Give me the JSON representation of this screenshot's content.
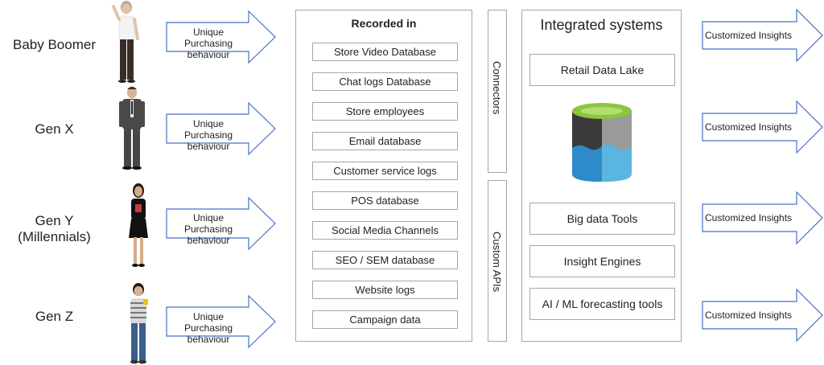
{
  "generations": [
    {
      "label": "Baby Boomer",
      "arrow_text": "Unique Purchasing behaviour"
    },
    {
      "label": "Gen X",
      "arrow_text": "Unique Purchasing behaviour"
    },
    {
      "label": "Gen Y\n(Millennials)",
      "arrow_text": "Unique Purchasing behaviour"
    },
    {
      "label": "Gen Z",
      "arrow_text": "Unique Purchasing behaviour"
    }
  ],
  "recorded": {
    "title": "Recorded in",
    "items": [
      "Store Video Database",
      "Chat logs Database",
      "Store employees",
      "Email database",
      "Customer service logs",
      "POS database",
      "Social Media Channels",
      "SEO / SEM database",
      "Website logs",
      "Campaign data"
    ]
  },
  "connectors_label": "Connectors",
  "custom_apis_label": "Custom APIs",
  "integrated": {
    "title": "Integrated systems",
    "lake": "Retail Data Lake",
    "tools": [
      "Big data Tools",
      "Insight Engines",
      "AI / ML forecasting tools"
    ]
  },
  "insights": [
    "Customized Insights",
    "Customized Insights",
    "Customized Insights",
    "Customized Insights"
  ],
  "colors": {
    "arrow_stroke": "#4472c4",
    "box_border": "#a6a6a6",
    "db_green": "#8cc63f",
    "db_dark": "#3a3a3a",
    "db_grey": "#9a9a9a",
    "db_blue": "#2e8bc9",
    "db_lightblue": "#5ab6e0"
  }
}
